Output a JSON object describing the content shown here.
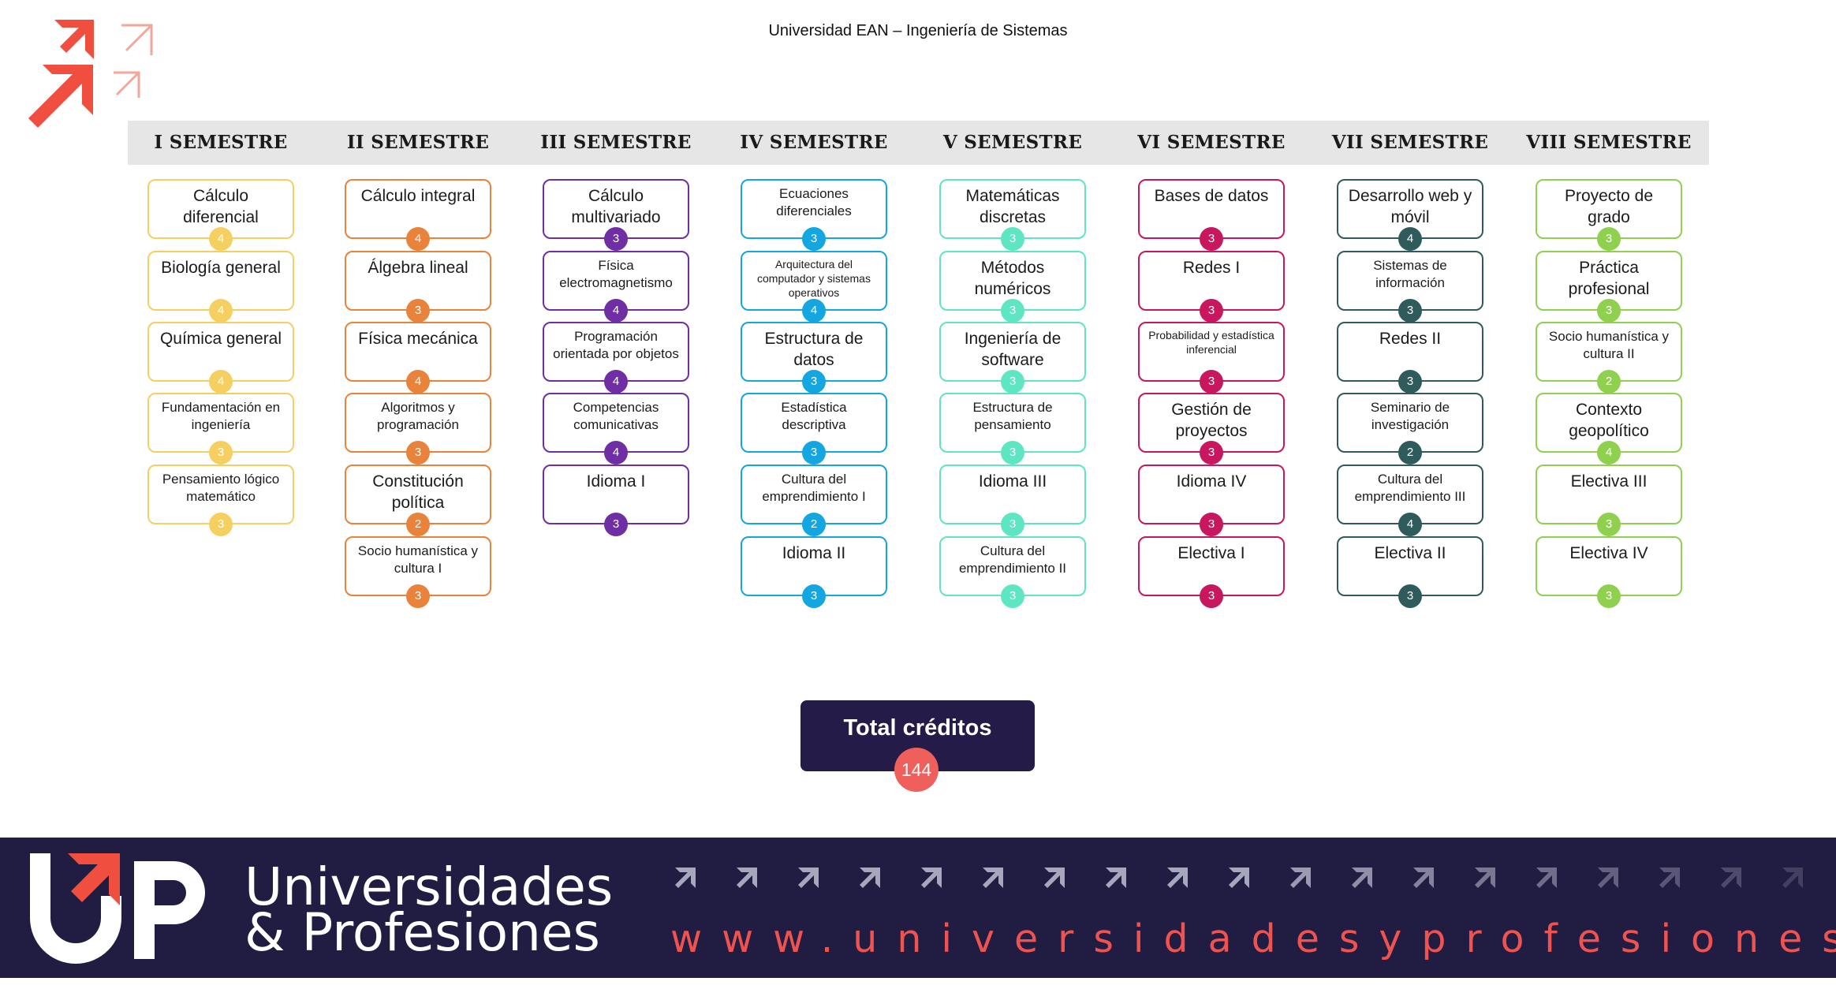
{
  "document_title": "Universidad EAN – Ingeniería de Sistemas",
  "semesters": [
    {
      "label": "I SEMESTRE",
      "color": "#f5d061",
      "courses": [
        {
          "name": "Cálculo diferencial",
          "credits": "4"
        },
        {
          "name": "Biología general",
          "credits": "4"
        },
        {
          "name": "Química general",
          "credits": "4"
        },
        {
          "name": "Fundamentación en ingeniería",
          "credits": "3"
        },
        {
          "name": "Pensamiento lógico matemático",
          "credits": "3"
        }
      ]
    },
    {
      "label": "II SEMESTRE",
      "color": "#e9823a",
      "courses": [
        {
          "name": "Cálculo integral",
          "credits": "4"
        },
        {
          "name": "Álgebra lineal",
          "credits": "3"
        },
        {
          "name": "Física mecánica",
          "credits": "4"
        },
        {
          "name": "Algoritmos y programación",
          "credits": "3"
        },
        {
          "name": "Constitución política",
          "credits": "2"
        },
        {
          "name": "Socio humanística y cultura I",
          "credits": "3"
        }
      ]
    },
    {
      "label": "III SEMESTRE",
      "color": "#6f2ea3",
      "courses": [
        {
          "name": "Cálculo multivariado",
          "credits": "3"
        },
        {
          "name": "Física electromagnetismo",
          "credits": "4"
        },
        {
          "name": "Programación orientada por objetos",
          "credits": "4"
        },
        {
          "name": "Competencias comunicativas",
          "credits": "4"
        },
        {
          "name": "Idioma I",
          "credits": "3"
        }
      ]
    },
    {
      "label": "IV SEMESTRE",
      "color": "#14a6e0",
      "courses": [
        {
          "name": "Ecuaciones diferenciales",
          "credits": "3"
        },
        {
          "name": "Arquitectura del computador y sistemas operativos",
          "credits": "4"
        },
        {
          "name": "Estructura de datos",
          "credits": "3"
        },
        {
          "name": "Estadística descriptiva",
          "credits": "3"
        },
        {
          "name": "Cultura del emprendimiento I",
          "credits": "2"
        },
        {
          "name": "Idioma II",
          "credits": "3"
        }
      ]
    },
    {
      "label": "V SEMESTRE",
      "color": "#5ee6c3",
      "courses": [
        {
          "name": "Matemáticas discretas",
          "credits": "3"
        },
        {
          "name": "Métodos numéricos",
          "credits": "3"
        },
        {
          "name": "Ingeniería de software",
          "credits": "3"
        },
        {
          "name": "Estructura de pensamiento",
          "credits": "3"
        },
        {
          "name": "Idioma III",
          "credits": "3"
        },
        {
          "name": "Cultura del emprendimiento II",
          "credits": "3"
        }
      ]
    },
    {
      "label": "VI SEMESTRE",
      "color": "#c8175e",
      "courses": [
        {
          "name": "Bases de datos",
          "credits": "3"
        },
        {
          "name": "Redes I",
          "credits": "3"
        },
        {
          "name": "Probabilidad y estadística inferencial",
          "credits": "3"
        },
        {
          "name": "Gestión de proyectos",
          "credits": "3"
        },
        {
          "name": "Idioma IV",
          "credits": "3"
        },
        {
          "name": "Electiva I",
          "credits": "3"
        }
      ]
    },
    {
      "label": "VII SEMESTRE",
      "color": "#2f5b5c",
      "courses": [
        {
          "name": "Desarrollo web y móvil",
          "credits": "4"
        },
        {
          "name": "Sistemas de información",
          "credits": "3"
        },
        {
          "name": "Redes II",
          "credits": "3"
        },
        {
          "name": "Seminario de investigación",
          "credits": "2"
        },
        {
          "name": "Cultura del emprendimiento III",
          "credits": "4"
        },
        {
          "name": "Electiva II",
          "credits": "3"
        }
      ]
    },
    {
      "label": "VIII SEMESTRE",
      "color": "#8fd14f",
      "courses": [
        {
          "name": "Proyecto de grado",
          "credits": "3"
        },
        {
          "name": "Práctica profesional",
          "credits": "3"
        },
        {
          "name": "Socio humanística y cultura II",
          "credits": "2"
        },
        {
          "name": "Contexto geopolítico",
          "credits": "4"
        },
        {
          "name": "Electiva III",
          "credits": "3"
        },
        {
          "name": "Electiva IV",
          "credits": "3"
        }
      ]
    }
  ],
  "total": {
    "label": "Total créditos",
    "value": "144"
  },
  "footer": {
    "brand_line1": "Universidades",
    "brand_line2": "& Profesiones",
    "website": "www.universidadesyprofesiones.com",
    "accent_color": "#ef5350",
    "background_color": "#201c42"
  }
}
